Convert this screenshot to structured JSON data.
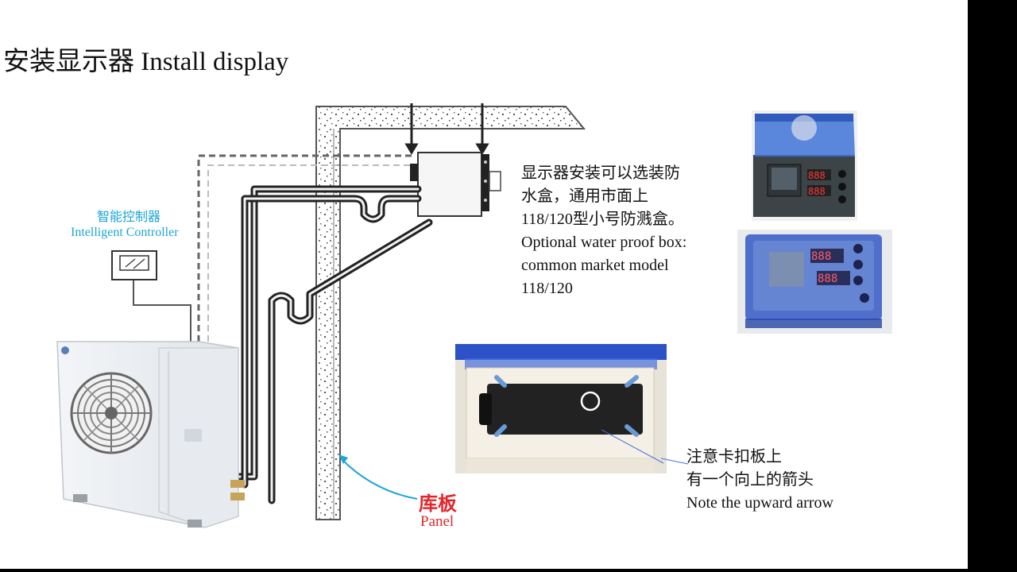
{
  "slide": {
    "title": "安装显示器 Install display"
  },
  "diagram": {
    "controller_label_cn": "智能控制器",
    "controller_label_en": "Intelligent Controller",
    "panel_label_cn": "库板",
    "panel_label_en": "Panel",
    "label_color_blue": "#1aa6d6",
    "label_color_red": "#e3262b"
  },
  "notes": {
    "waterproof_lines": [
      "显示器安装可以选装防",
      "水盒，通用市面上",
      "118/120型小号防溅盒。",
      "Optional water proof box:",
      "common market model",
      "118/120"
    ],
    "arrow_lines": [
      "注意卡扣板上",
      "有一个向上的箭头",
      "Note the upward arrow"
    ]
  },
  "photos": {
    "display_readout": "888"
  }
}
